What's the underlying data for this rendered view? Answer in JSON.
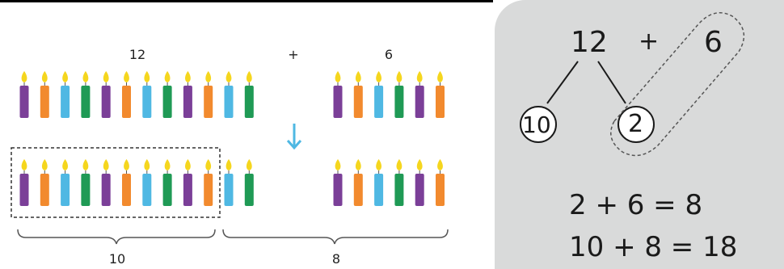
{
  "left_diagram": {
    "top_left_number": "12",
    "plus_sign": "+",
    "top_right_number": "6",
    "bottom_left_number": "10",
    "bottom_right_number": "8",
    "top_left_group": [
      "purple",
      "orange",
      "blue",
      "green",
      "purple",
      "orange",
      "blue",
      "green",
      "purple",
      "orange",
      "blue",
      "green"
    ],
    "top_right_group": [
      "purple",
      "orange",
      "blue",
      "green",
      "purple",
      "orange"
    ],
    "bottom_left_group": [
      "purple",
      "orange",
      "blue",
      "green",
      "purple",
      "orange",
      "blue",
      "green",
      "purple",
      "orange"
    ],
    "bottom_middle_group": [
      "blue",
      "green"
    ],
    "bottom_right_group": [
      "purple",
      "orange",
      "blue",
      "green",
      "purple",
      "orange"
    ],
    "colors": {
      "purple": "#7b3f98",
      "orange": "#f28a2e",
      "blue": "#4fb8e3",
      "green": "#1f9a55",
      "flame": "#f5d61e",
      "arrow": "#4fb8e3"
    }
  },
  "right_panel": {
    "top_number": "12",
    "plus_sign": "+",
    "addend": "6",
    "split_left": "10",
    "split_right": "2",
    "equation_1": "2 + 6 = 8",
    "equation_2": "10 + 8 = 18"
  }
}
